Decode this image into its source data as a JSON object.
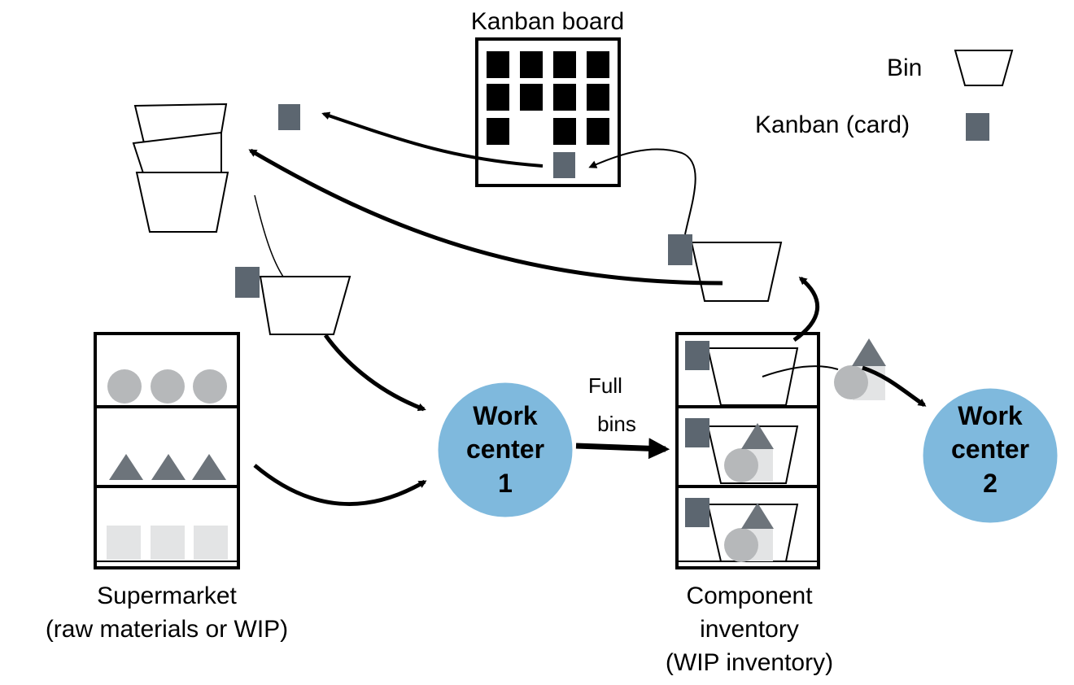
{
  "labels": {
    "kanban_board": "Kanban board",
    "legend_bin": "Bin",
    "legend_card": "Kanban (card)",
    "supermarket_line1": "Supermarket",
    "supermarket_line2": "(raw materials or WIP)",
    "full_bins_line1": "Full",
    "full_bins_line2": "bins",
    "component_line1": "Component",
    "component_line2": "inventory",
    "component_line3": "(WIP inventory)"
  },
  "work_centers": [
    {
      "line1": "Work",
      "line2": "center",
      "line3": "1"
    },
    {
      "line1": "Work",
      "line2": "center",
      "line3": "2"
    }
  ],
  "colors": {
    "card": "#5c6670",
    "work_center_fill": "#7fb9dd",
    "shape_dark": "#6d747b",
    "shape_mid": "#b6b8ba",
    "shape_light": "#e3e4e5",
    "stroke": "#000000"
  }
}
